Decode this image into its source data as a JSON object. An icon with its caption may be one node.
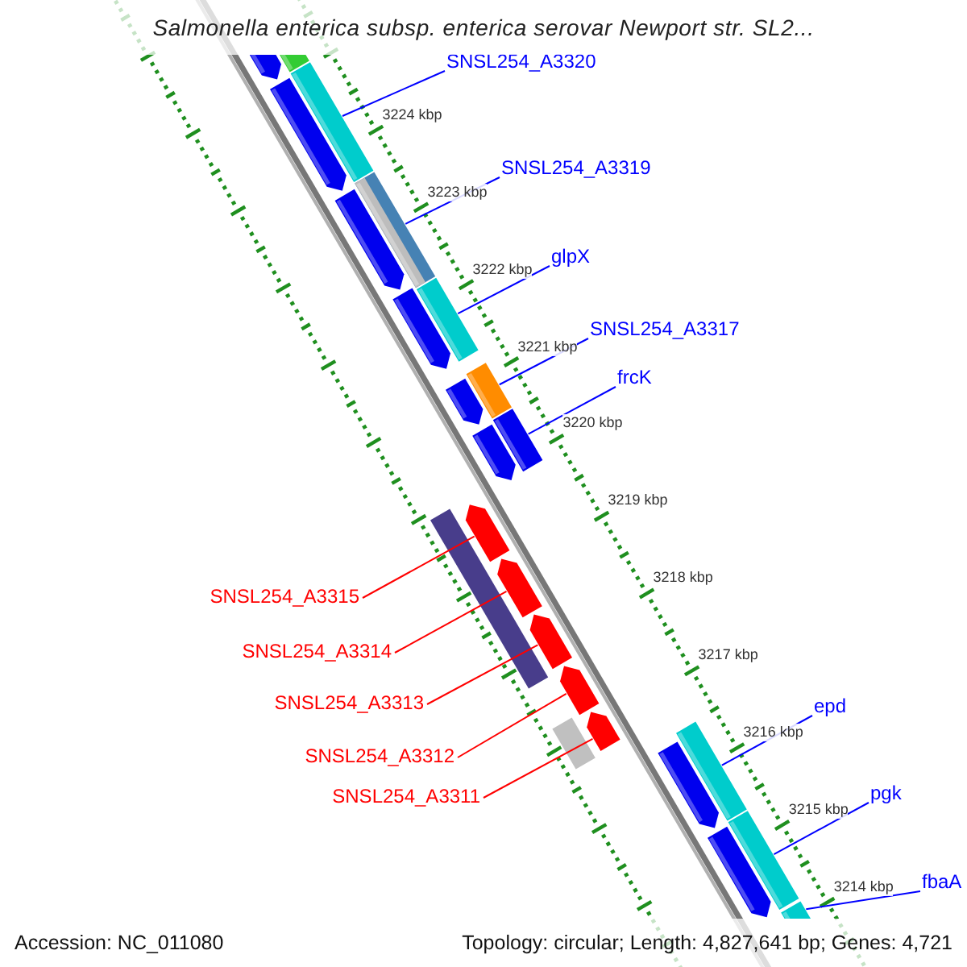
{
  "diagram": {
    "title": "Salmonella enterica subsp. enterica serovar Newport str. SL2...",
    "nodes": [
      {
        "text": [
          "SNSL254_A3320"
        ]
      },
      {
        "text": [
          "SNSL254_A3319"
        ]
      },
      {
        "text": [
          "glpX"
        ]
      },
      {
        "text": [
          "SNSL254_A3317"
        ]
      },
      {
        "text": [
          "frcK"
        ]
      },
      {
        "text": [
          "SNSL254_A3315"
        ]
      },
      {
        "text": [
          "SNSL254_A3314"
        ]
      },
      {
        "text": [
          "SNSL254_A3313"
        ]
      },
      {
        "text": [
          "epd"
        ]
      },
      {
        "text": [
          "SNSL254_A3312"
        ]
      },
      {
        "text": [
          "pgk"
        ]
      },
      {
        "text": [
          "SNSL254_A3311"
        ]
      },
      {
        "text": [
          "fbaA"
        ]
      },
      {
        "text": [],
        "shape": "bar"
      },
      {
        "text": [],
        "shape": "bar"
      },
      {
        "text": [],
        "shape": "bar"
      },
      {
        "text": [],
        "shape": "bar"
      },
      {
        "text": [],
        "shape": "bar"
      },
      {
        "text": [],
        "shape": "bar"
      },
      {
        "text": [],
        "shape": "bar"
      },
      {
        "text": [],
        "shape": "bar"
      },
      {
        "text": [],
        "shape": "bar"
      },
      {
        "text": [],
        "shape": "arrow"
      },
      {
        "text": [],
        "shape": "arrow"
      },
      {
        "text": [],
        "shape": "arrow"
      },
      {
        "text": [],
        "shape": "arrow"
      },
      {
        "text": [],
        "shape": "arrow"
      },
      {
        "text": [],
        "shape": "arrow"
      },
      {
        "text": [],
        "shape": "arrow"
      },
      {
        "text": [],
        "shape": "arrow"
      },
      {
        "text": [],
        "shape": "arrow"
      },
      {
        "text": [],
        "shape": "arrow"
      },
      {
        "text": [],
        "shape": "arrow"
      },
      {
        "text": [],
        "shape": "arrow"
      },
      {
        "text": [],
        "shape": "arrow"
      },
      {
        "text": [],
        "shape": "bar"
      },
      {
        "text": [],
        "shape": "bar"
      }
    ],
    "edges": [
      {
        "from": 0,
        "to": 14,
        "arrow": "none"
      },
      {
        "from": 1,
        "to": 15,
        "arrow": "none"
      },
      {
        "from": 2,
        "to": 16,
        "arrow": "none"
      },
      {
        "from": 3,
        "to": 17,
        "arrow": "none"
      },
      {
        "from": 4,
        "to": 18,
        "arrow": "none"
      },
      {
        "from": 5,
        "to": 30,
        "arrow": "none",
        "color": "#ff0000"
      },
      {
        "from": 6,
        "to": 31,
        "arrow": "none",
        "color": "#ff0000"
      },
      {
        "from": 7,
        "to": 32,
        "arrow": "none",
        "color": "#ff0000"
      },
      {
        "from": 8,
        "to": 19,
        "arrow": "none"
      },
      {
        "from": 9,
        "to": 33,
        "arrow": "none",
        "color": "#ff0000"
      },
      {
        "from": 10,
        "to": 20,
        "arrow": "none"
      },
      {
        "from": 11,
        "to": 34,
        "arrow": "none",
        "color": "#ff0000"
      },
      {
        "from": 12,
        "to": 21,
        "arrow": "none"
      }
    ],
    "labels": [
      "3224 kbp",
      "3223 kbp",
      "3222 kbp",
      "3221 kbp",
      "3220 kbp",
      "3219 kbp",
      "3218 kbp",
      "3217 kbp",
      "3216 kbp",
      "3215 kbp",
      "3214 kbp",
      "Accession: NC_011080",
      "Topology: circular; Length: 4,827,641 bp; Genes: 4,721"
    ]
  }
}
